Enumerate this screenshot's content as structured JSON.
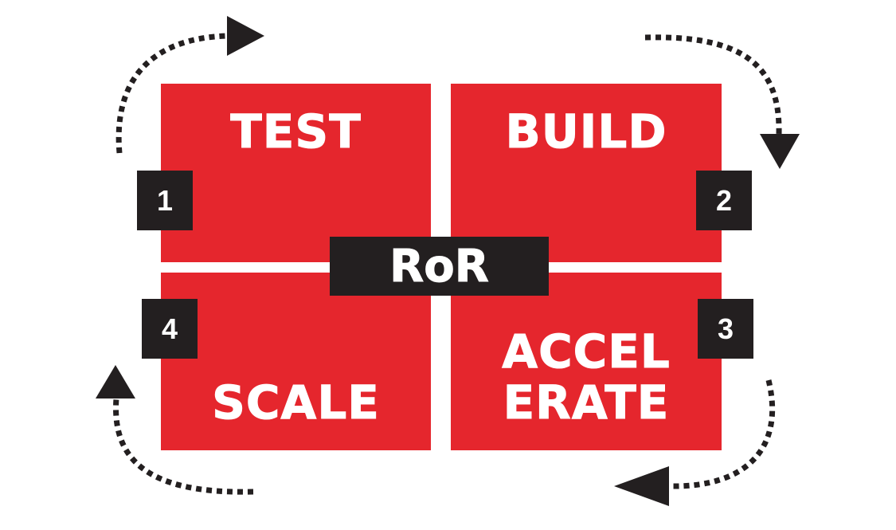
{
  "diagram": {
    "center_label": "RoR",
    "quadrants": [
      {
        "key": "test",
        "label": "TEST",
        "number": "1"
      },
      {
        "key": "build",
        "label": "BUILD",
        "number": "2"
      },
      {
        "key": "accel",
        "label": "ACCEL\nERATE",
        "number": "3"
      },
      {
        "key": "scale",
        "label": "SCALE",
        "number": "4"
      }
    ],
    "arrow_icons": [
      "arrow-right-icon",
      "arrow-down-icon",
      "arrow-left-icon",
      "arrow-up-icon"
    ]
  },
  "colors": {
    "quadrant_red": "#e5262d",
    "badge_dark": "#231f20",
    "text_white": "#ffffff",
    "arrow": "#231f20"
  }
}
